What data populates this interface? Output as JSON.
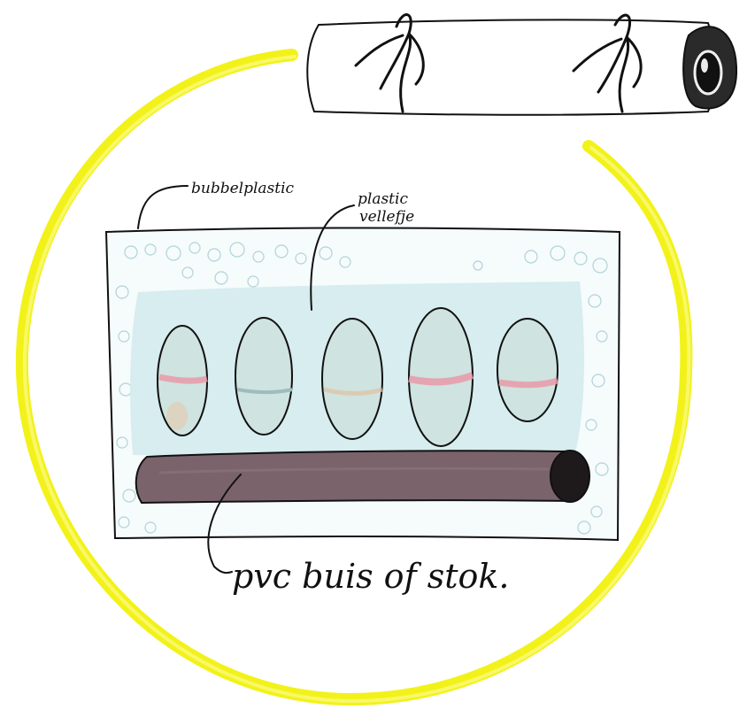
{
  "labels": {
    "bubble_wrap": "bubbelplastic",
    "plastic_sleeve_line1": "plastic",
    "plastic_sleeve_line2": "vellefje",
    "pvc_tube": "pvc buis of stok."
  },
  "colors": {
    "highlight_ring": "#f2f21a",
    "sleeve_fill": "#d5ecef",
    "tube_fill": "#7a636b",
    "tube_end": "#1e1a1b",
    "stripe": "#e89aa8",
    "ink": "#111111"
  },
  "icons": {
    "rolled_bundle": "rolled-bundle-icon",
    "string_tie": "string-tie-icon"
  }
}
